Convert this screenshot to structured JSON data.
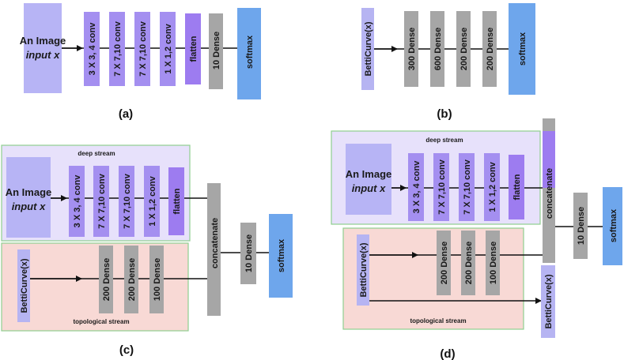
{
  "colors": {
    "image_block": "#b7b4f5",
    "conv_block": "#a48ff0",
    "flatten_block": "#9d7cf0",
    "dense_block": "#a6a6a6",
    "softmax_block": "#6ea6ec",
    "deep_stream_bg": "#e7e1fb",
    "topo_stream_bg": "#f8d9d5",
    "stream_border": "#8fcf8f",
    "betti_block": "#b6b4f2"
  },
  "captions": {
    "a": "(a)",
    "b": "(b)",
    "c": "(c)",
    "d": "(d)"
  },
  "labels": {
    "image_line1": "An Image",
    "image_line2": "input x",
    "conv1": "3 X 3, 4 conv",
    "conv2": "7 X 7,10 conv",
    "conv3": "1 X 1,2 conv",
    "flatten": "flatten",
    "dense10": "10 Dense",
    "softmax": "softmax",
    "betti": "BettiCurve(x)",
    "dense300": "300 Dense",
    "dense600": "600 Dense",
    "dense200": "200 Dense",
    "dense100": "100 Dense",
    "concatenate": "concatenate",
    "deep_stream": "deep stream",
    "topo_stream": "topological stream"
  }
}
